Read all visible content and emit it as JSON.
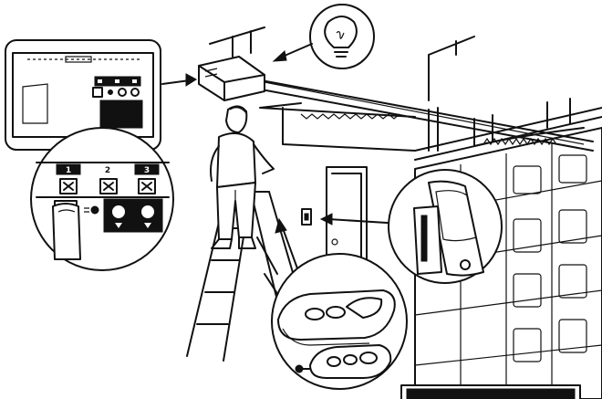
{
  "panel": {
    "button_numbers": [
      "1",
      "2",
      "3"
    ]
  }
}
